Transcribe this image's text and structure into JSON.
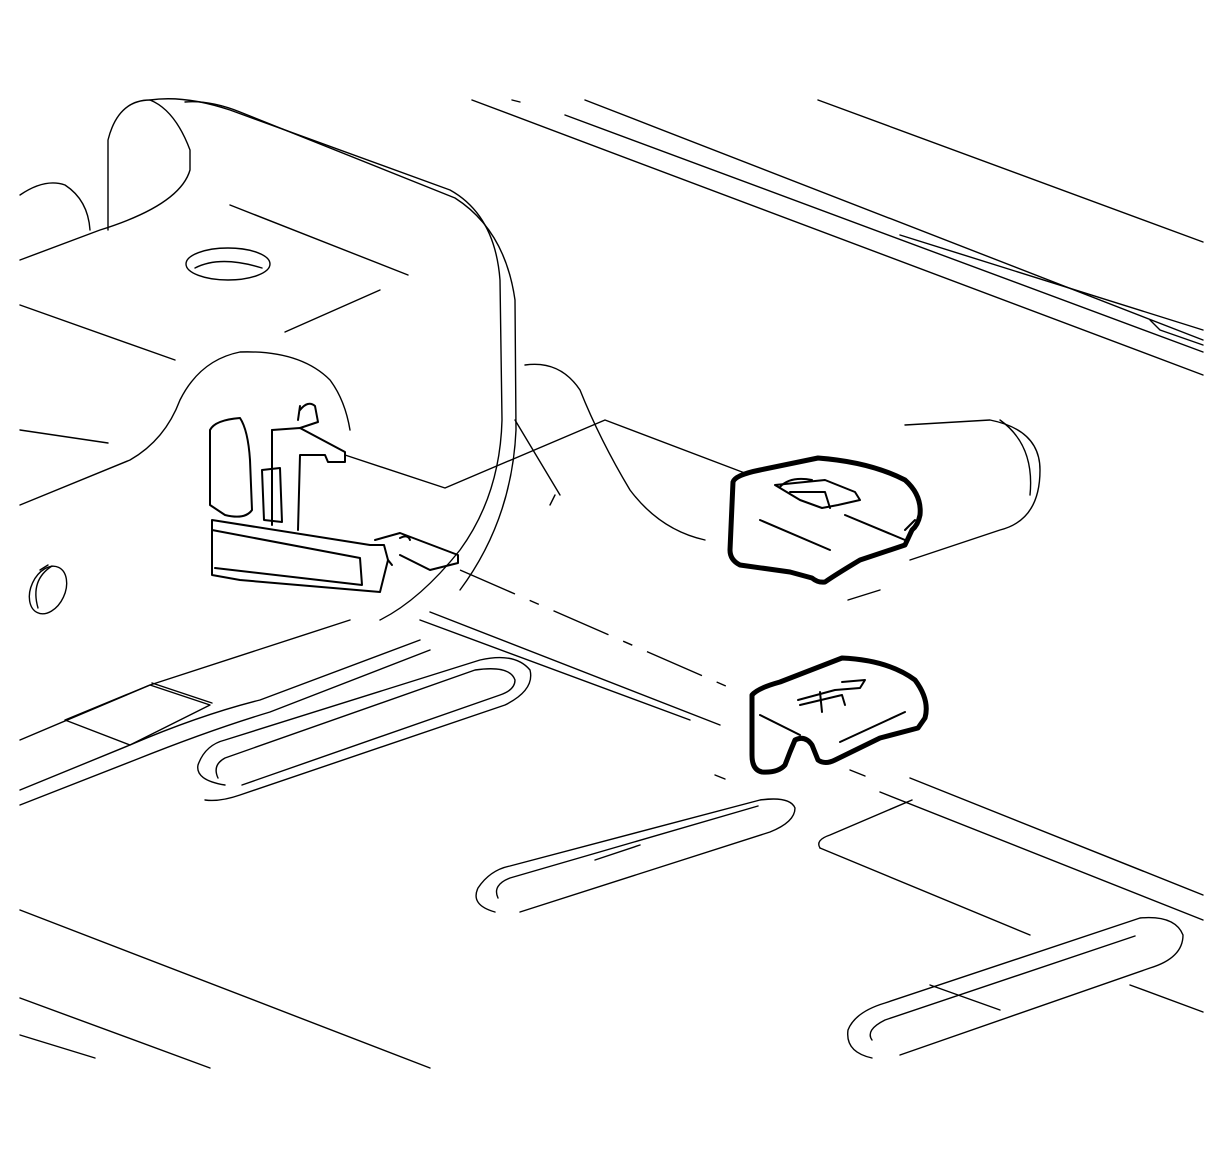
{
  "diagram": {
    "kind": "technical line illustration",
    "labels": [],
    "colors": {
      "line": "#000000",
      "background": "#ffffff"
    },
    "parts": [
      "floor-panel",
      "seat-bracket",
      "upper-cover-clip",
      "lower-cover-clip"
    ]
  }
}
